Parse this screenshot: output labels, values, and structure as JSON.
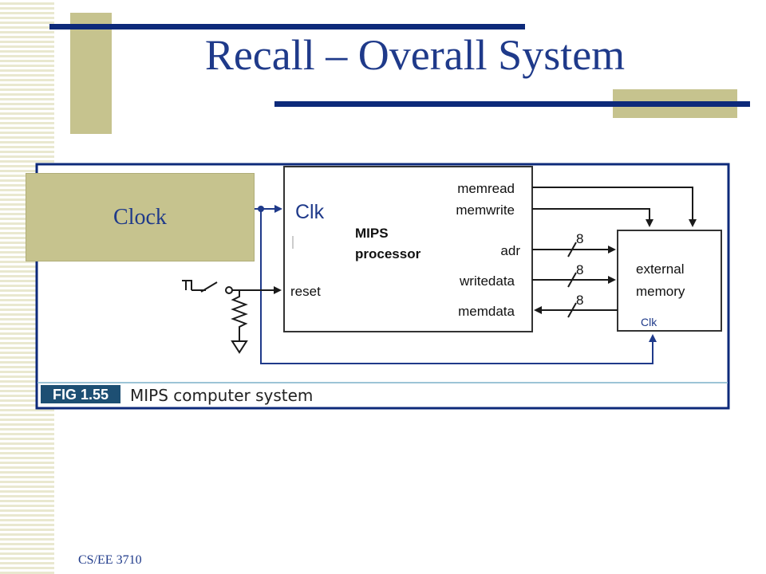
{
  "slide": {
    "title": "Recall – Overall System",
    "footer": "CS/EE 3710"
  },
  "diagram": {
    "clock_label": "Clock",
    "clk_label_main": "Clk",
    "clk_label_memory": "Clk",
    "processor_label_line1": "MIPS",
    "processor_label_line2": "processor",
    "memory_label_line1": "external",
    "memory_label_line2": "memory",
    "signals": {
      "memread": "memread",
      "memwrite": "memwrite",
      "adr": "adr",
      "writedata": "writedata",
      "memdata": "memdata",
      "reset": "reset"
    },
    "bus_widths": [
      "8",
      "8",
      "8"
    ],
    "figure_number": "FIG 1.55",
    "figure_caption": "MIPS computer system"
  },
  "colors": {
    "accent_blue": "#0d2a7a",
    "title_blue": "#1f3a8a",
    "tan": "#c6c38e"
  }
}
